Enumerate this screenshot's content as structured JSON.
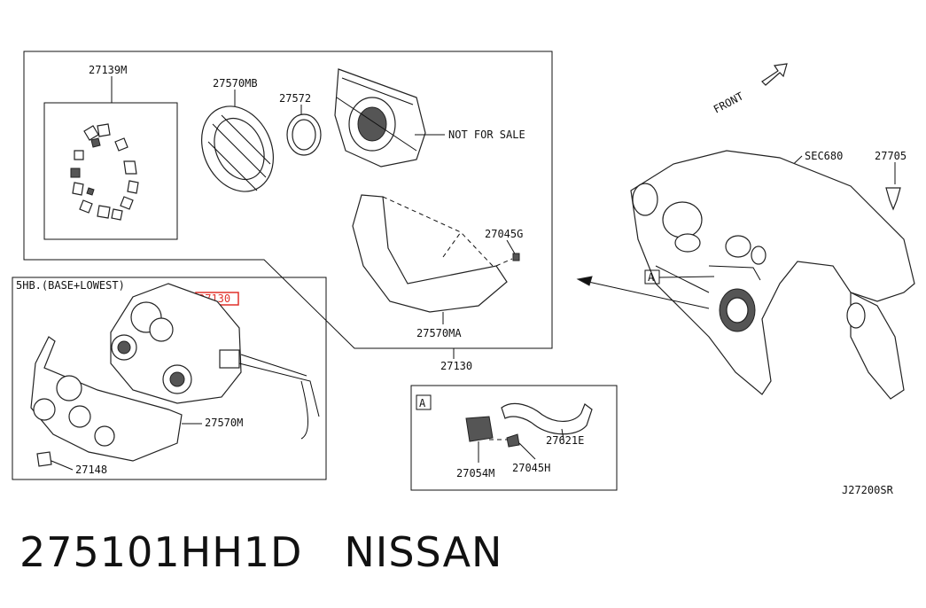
{
  "diagram": {
    "labels": {
      "p27139M": "27139M",
      "p27570MB": "27570MB",
      "p27572": "27572",
      "not_for_sale": "NOT FOR SALE",
      "p27045G": "27045G",
      "p27570MA": "27570MA",
      "p27130_bottom": "27130",
      "variant": "5HB.(BASE+LOWEST)",
      "p27130_highlight": "27130",
      "p27570M": "27570M",
      "p27148": "27148",
      "front": "FRONT",
      "sec680": "SEC680",
      "p27705": "27705",
      "ref_a_main": "A",
      "ref_a_box": "A",
      "p27621E": "27621E",
      "p27054M": "27054M",
      "p27045H": "27045H",
      "drawing_code": "J27200SR"
    },
    "highlight_color": "#e0302a"
  },
  "footer": {
    "part_number": "275101HH1D",
    "brand": "NISSAN"
  }
}
